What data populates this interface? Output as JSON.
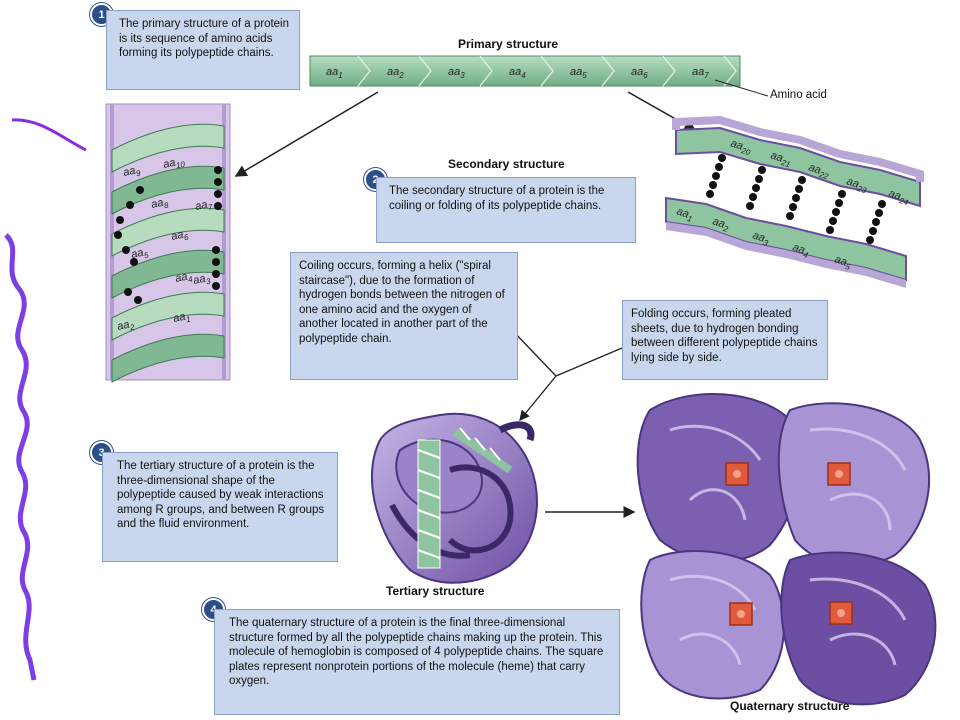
{
  "colors": {
    "callout_bg": "#c9d7ee",
    "badge": "#2b4f8c",
    "helix_green": "#8fc4a0",
    "sheet_purple": "#b7a6d6",
    "protein_purple": "#7b5fb0",
    "heme": "#e25a3c",
    "annotation_purple": "#8a2be2"
  },
  "primary": {
    "badge": "1",
    "callout": "The primary structure of a protein is its sequence of amino acids forming its polypeptide chains.",
    "title": "Primary structure",
    "amino_acids": [
      "aa1",
      "aa2",
      "aa3",
      "aa4",
      "aa5",
      "aa6",
      "aa7"
    ],
    "amino_acid_label": "Amino acid"
  },
  "secondary": {
    "badge": "2",
    "title": "Secondary structure",
    "callout": "The secondary structure of a protein is the coiling or folding of its polypeptide chains.",
    "helix_callout": "Coiling occurs, forming a helix (\"spiral staircase\"), due to the formation of hydrogen bonds between the nitrogen of one amino acid and the oxygen of another located in another part of the polypeptide chain.",
    "sheet_callout": "Folding occurs, forming pleated sheets, due to hydrogen bonding between different polypeptide chains lying side by side.",
    "helix_labels": [
      "aa10",
      "aa9",
      "aa8",
      "aa7",
      "aa6",
      "aa5",
      "aa4",
      "aa3",
      "aa2",
      "aa1"
    ],
    "sheet_top_labels": [
      "aa20",
      "aa21",
      "aa22",
      "aa23",
      "aa24"
    ],
    "sheet_bottom_labels": [
      "aa1",
      "aa2",
      "aa3",
      "aa4",
      "aa5"
    ]
  },
  "tertiary": {
    "badge": "3",
    "callout": "The tertiary structure of a protein is the three-dimensional shape of the polypeptide caused by weak interactions among R groups, and between R groups and the fluid environment.",
    "title": "Tertiary structure"
  },
  "quaternary": {
    "badge": "4",
    "callout": "The quaternary structure of a protein is the final three-dimensional structure formed by all the polypeptide chains making up the protein. This molecule of hemoglobin is composed of 4 polypeptide chains. The square plates represent nonprotein portions of the molecule (heme) that carry oxygen.",
    "title": "Quaternary structure"
  }
}
